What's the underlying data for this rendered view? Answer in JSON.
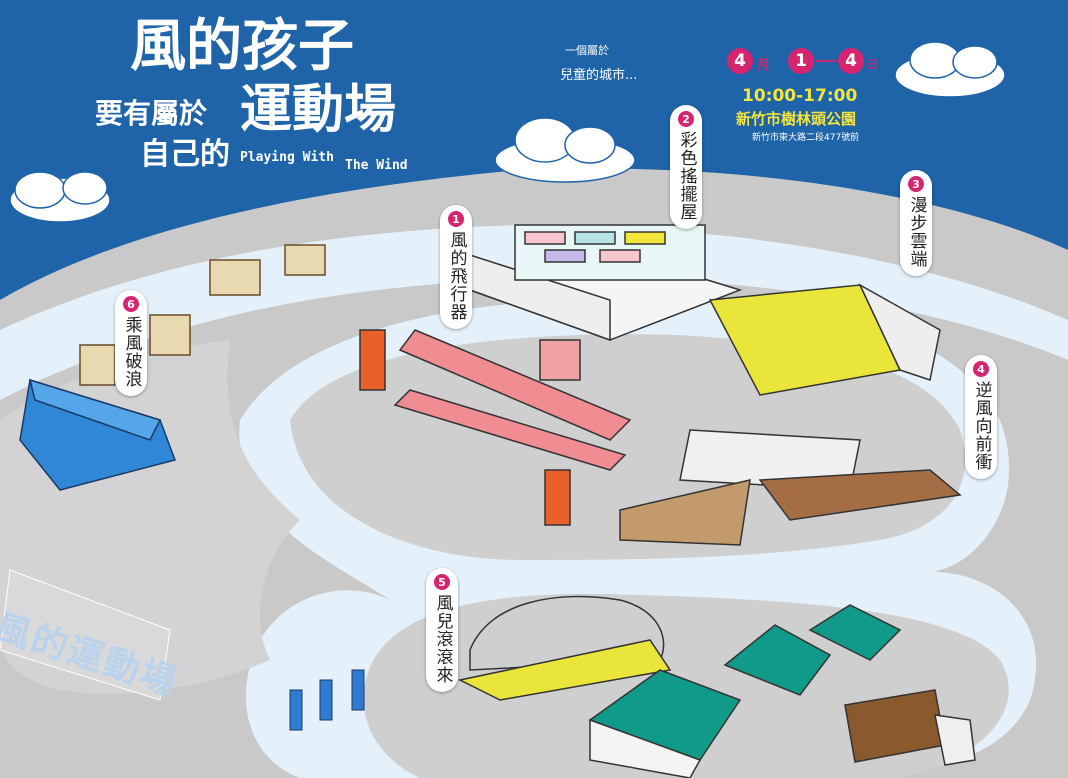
{
  "header": {
    "title_line1": "風的孩子",
    "title_line2_a": "要有屬於",
    "title_line2_b": "運動場",
    "title_line3": "自己的",
    "subtitle_en_a": "Playing With",
    "subtitle_en_b": "The Wind",
    "tagline_line1": "一個屬於",
    "tagline_line2": "兒童的城市..."
  },
  "event": {
    "month_num": "4",
    "month_unit": "月",
    "day_start": "1",
    "day_end": "4",
    "day_unit": "日",
    "time": "10:00-17:00",
    "venue": "新竹市樹林頭公園",
    "address": "新竹市東大路二段477號前"
  },
  "attractions": [
    {
      "num": "1",
      "label": "風的飛行器"
    },
    {
      "num": "2",
      "label": "彩色搖擺屋"
    },
    {
      "num": "3",
      "label": "漫步雲端"
    },
    {
      "num": "4",
      "label": "逆風向前衝"
    },
    {
      "num": "5",
      "label": "風兒滾滾來"
    },
    {
      "num": "6",
      "label": "乘風破浪"
    }
  ],
  "ground_sign": "風的運動場",
  "colors": {
    "sky": "#1f63a8",
    "ground": "#c8c8c8",
    "path": "#e4f1fb",
    "accent": "#d6246e",
    "yellow": "#f3e53b"
  }
}
